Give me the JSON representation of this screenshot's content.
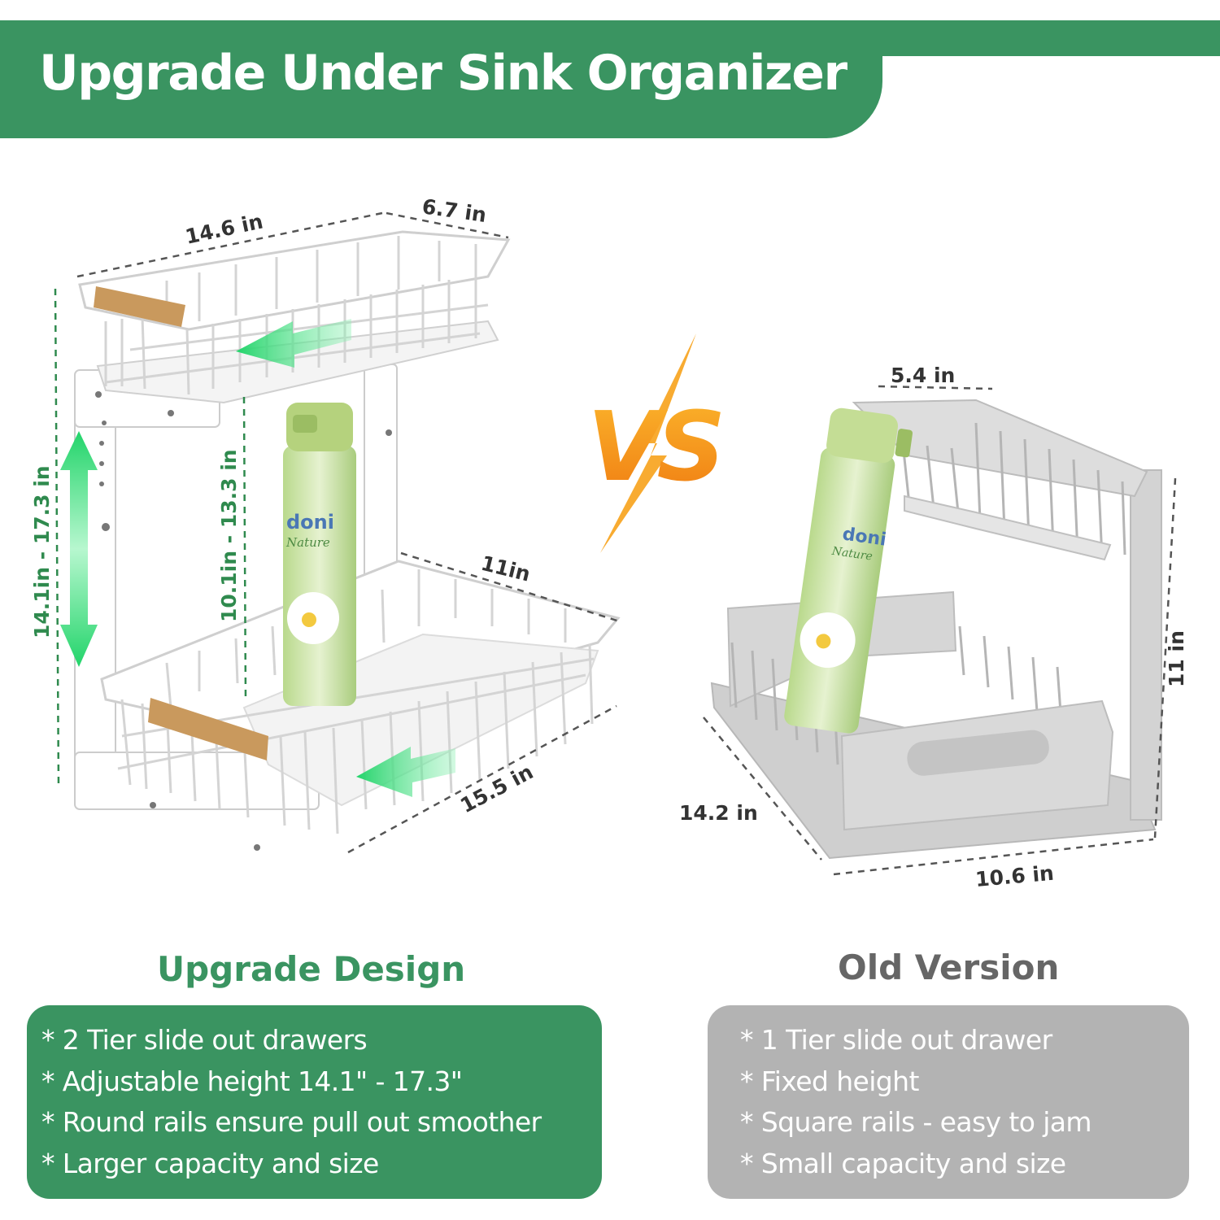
{
  "banner": {
    "title": "Upgrade Under Sink Organizer"
  },
  "new_product": {
    "dimensions": {
      "top_length": "14.6 in",
      "top_width": "6.7 in",
      "height_range": "14.1in - 17.3 in",
      "inner_height_range": "10.1in - 13.3 in",
      "bottom_width": "11in",
      "bottom_length": "15.5 in"
    },
    "bottle": {
      "brand": "doni",
      "sub": "Nature"
    }
  },
  "vs_label": "VS",
  "old_product": {
    "dimensions": {
      "top_width": "5.4 in",
      "height": "11 in",
      "depth": "14.2 in",
      "width": "10.6 in"
    },
    "bottle": {
      "brand": "doni",
      "sub": "Nature"
    }
  },
  "upgrade": {
    "heading": "Upgrade Design",
    "features": [
      "* 2 Tier slide out drawers",
      "* Adjustable height 14.1\" - 17.3\"",
      "* Round rails ensure pull out smoother",
      "* Larger capacity and size"
    ]
  },
  "old": {
    "heading": "Old Version",
    "features": [
      "* 1 Tier slide out drawer",
      "* Fixed height",
      "* Square rails - easy to  jam",
      "* Small capacity and size"
    ]
  },
  "colors": {
    "brand_green": "#3a9461",
    "arrow_green": "#2ee07a",
    "vs_orange": "#f7a21b",
    "old_grey": "#b3b3b3"
  }
}
